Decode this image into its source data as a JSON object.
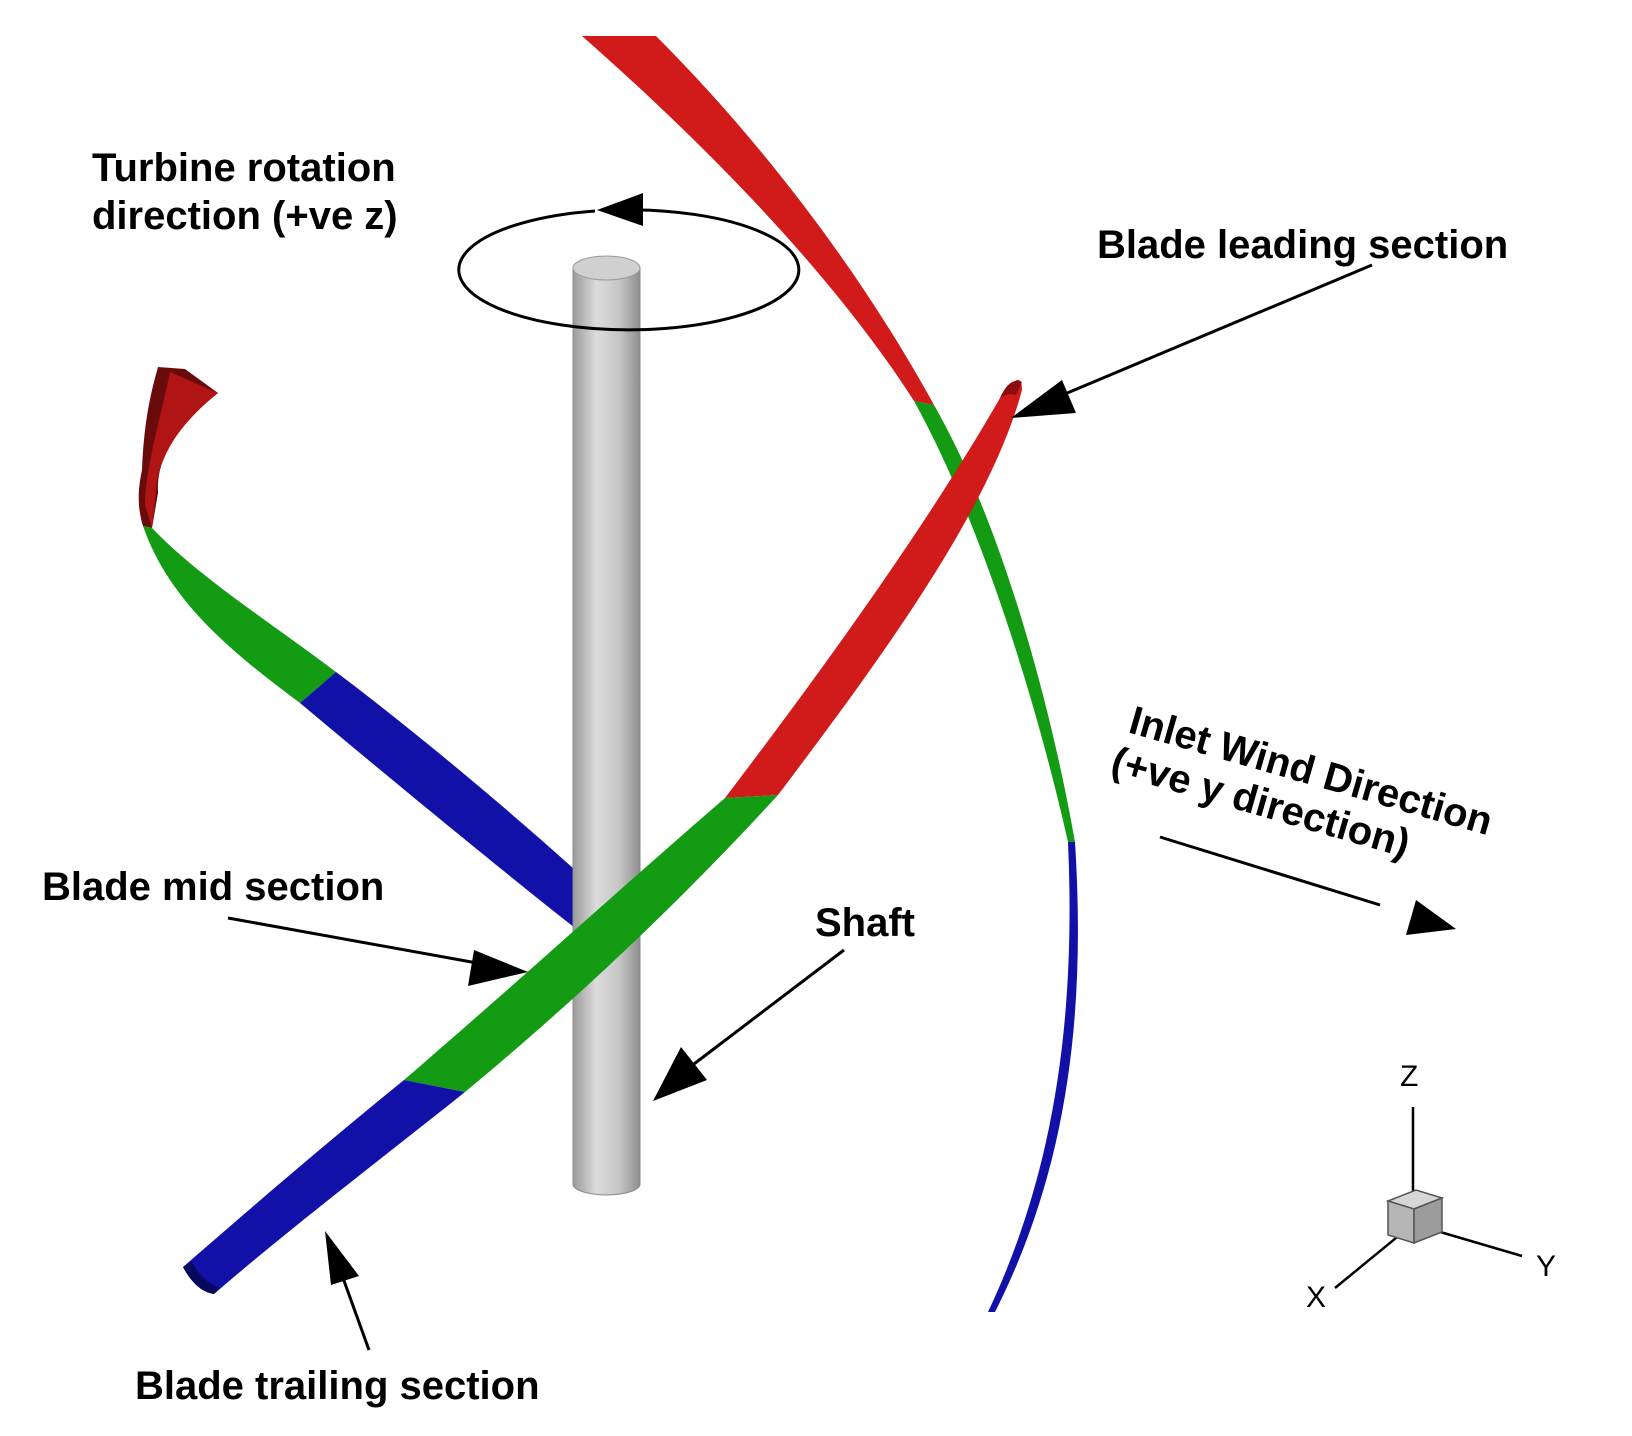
{
  "labels": {
    "rotation_line1": "Turbine rotation",
    "rotation_line2": "direction (+ve z)",
    "leading": "Blade leading section",
    "mid": "Blade mid section",
    "shaft": "Shaft",
    "trailing": "Blade trailing section",
    "wind_line1": "Inlet Wind Direction",
    "wind_line2": "(+ve y direction)"
  },
  "axes": {
    "z": "Z",
    "y": "Y",
    "x": "X"
  },
  "colors": {
    "leading_section": "#d11a1a",
    "mid_section": "#139b13",
    "trailing_section": "#1111a8",
    "shaft": "#bdbdbd"
  }
}
